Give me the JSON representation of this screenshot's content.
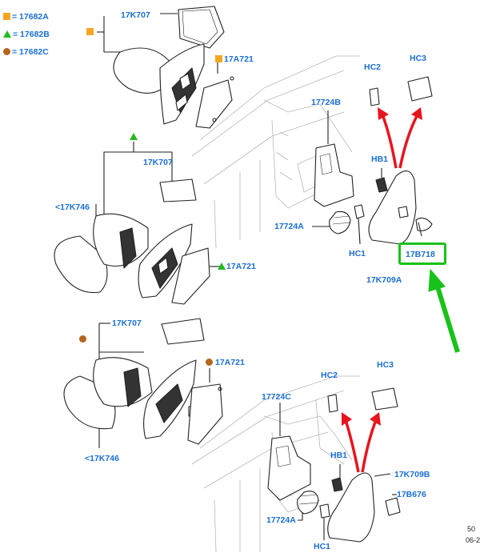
{
  "legend": [
    {
      "symbol": "square",
      "color": "#f5a623",
      "text": "= 17682A"
    },
    {
      "symbol": "triangle",
      "color": "#22bb22",
      "text": "= 17682B"
    },
    {
      "symbol": "circle",
      "color": "#b5651d",
      "text": "= 17682C"
    }
  ],
  "labels": {
    "k707_a": "17K707",
    "a721_a": "17A721",
    "k707_b": "17K707",
    "k746_b": "<17K746",
    "a721_b": "17A721",
    "k707_c": "17K707",
    "a721_c": "17A721",
    "k746_c": "<17K746",
    "k724b": "17724B",
    "hc2_top": "HC2",
    "hc3_top": "HC3",
    "hb1_top": "HB1",
    "k724a_top": "17724A",
    "hc1_top": "HC1",
    "b718": "17B718",
    "k709a": "17K709A",
    "k724c": "17724C",
    "hc2_bot": "HC2",
    "hc3_bot": "HC3",
    "hb1_bot": "HB1",
    "k709b": "17K709B",
    "b676": "17B676",
    "k724a_bot": "17724A",
    "hc1_bot": "HC1"
  },
  "footer": {
    "line1": "50",
    "line2": "06-2"
  },
  "colors": {
    "label": "#1a6fd6",
    "arrow_red": "#e8141e",
    "arrow_green": "#19c219",
    "highlight": "#19c219"
  }
}
